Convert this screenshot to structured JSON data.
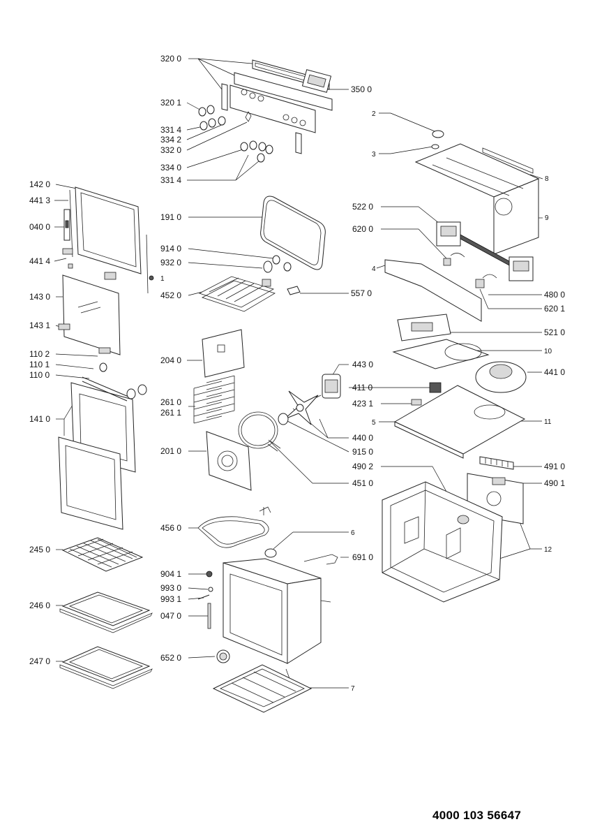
{
  "document_number": "4000 103 56647",
  "part_labels": {
    "p3200": "320 0",
    "p3500": "350 0",
    "p3201": "320 1",
    "p3314a": "331 4",
    "p3342": "334 2",
    "p3320": "332 0",
    "p3340": "334 0",
    "p3314b": "331 4",
    "p2": "2",
    "p3": "3",
    "p8": "8",
    "p9": "9",
    "p1420": "142 0",
    "p4413": "441 3",
    "p0400": "040 0",
    "p4414": "441 4",
    "p1": "1",
    "p1430": "143 0",
    "p1431": "143 1",
    "p1102": "110 2",
    "p1101": "110 1",
    "p1100": "110 0",
    "p1410": "141 0",
    "p1910": "191 0",
    "p9140": "914 0",
    "p9320": "932 0",
    "p4520": "452 0",
    "p5570": "557 0",
    "p5220": "522 0",
    "p6200": "620 0",
    "p4": "4",
    "p4800": "480 0",
    "p6201": "620 1",
    "p5210": "521 0",
    "p10": "10",
    "p2040": "204 0",
    "p4430": "443 0",
    "p4410": "441 0",
    "p4110": "411 0",
    "p4231": "423 1",
    "p2610": "261 0",
    "p2611": "261 1",
    "p5": "5",
    "p11": "11",
    "p4400": "440 0",
    "p9150": "915 0",
    "p2010": "201 0",
    "p4910": "491 0",
    "p4902": "490 2",
    "p4901": "490 1",
    "p4510": "451 0",
    "p4560": "456 0",
    "p2450": "245 0",
    "p6": "6",
    "p6910": "691 0",
    "p12": "12",
    "p9041": "904 1",
    "p9930": "993 0",
    "p9931": "993 1",
    "p2460": "246 0",
    "p0470": "047 0",
    "p6520": "652 0",
    "p2470": "247 0",
    "p7": "7"
  }
}
